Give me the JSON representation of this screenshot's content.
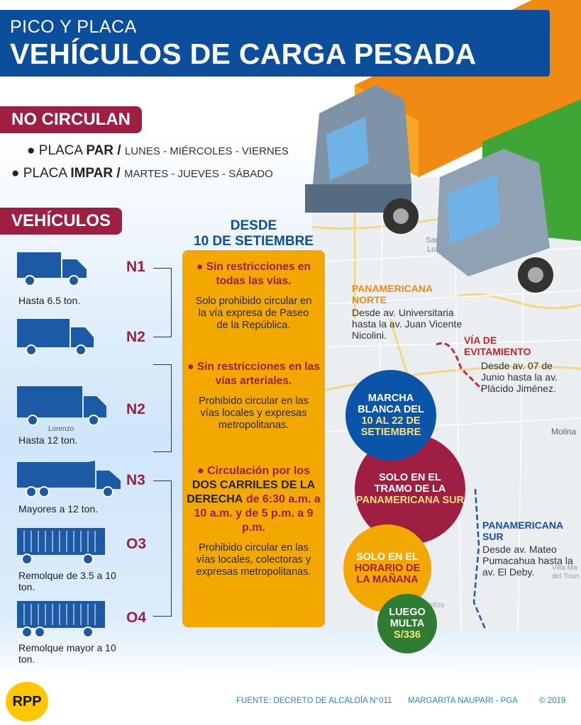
{
  "header": {
    "subtitle": "PICO Y PLACA",
    "title": "VEHÍCULOS DE CARGA PESADA"
  },
  "no_circulan": {
    "label": "NO CIRCULAN",
    "items": [
      {
        "prefix": "PLACA ",
        "bold": "PAR /",
        "days": "LUNES - MIÉRCOLES - VIERNES"
      },
      {
        "prefix": "PLACA ",
        "bold": "IMPAR /",
        "days": "MARTES - JUEVES - SÁBADO"
      }
    ]
  },
  "vehiculos": {
    "label": "VEHÍCULOS",
    "items": [
      {
        "code": "N1",
        "caption": "Hasta 6.5 ton."
      },
      {
        "code": "N2",
        "caption": ""
      },
      {
        "code": "N2",
        "caption": "Hasta 12 ton."
      },
      {
        "code": "N3",
        "caption": "Mayores a 12 ton."
      },
      {
        "code": "O3",
        "caption": "Remolque de 3.5 a 10 ton."
      },
      {
        "code": "O4",
        "caption": "Remolque mayor a 10 ton."
      }
    ]
  },
  "desde": {
    "line1": "DESDE",
    "line2": "10 DE SETIEMBRE"
  },
  "rules": [
    {
      "head": "Sin restricciones en todas las vías.",
      "body": "Solo prohibido circular en la vía expresa de Paseo de la República."
    },
    {
      "head": "Sin restricciones en las vías arteriales.",
      "body": "Prohibido circular en las vías locales y expresas metropolitanas."
    },
    {
      "head_a": "Circulación por los",
      "head_b": "DOS CARRILES DE LA DERECHA",
      "head_c": "de 6:30 a.m. a 10 a.m. y de 5 p.m. a 9 p.m.",
      "body": "Prohibido circular en las vías locales, colectoras y expresas metropolitanas."
    }
  ],
  "map": {
    "norte": {
      "title": "PANAMERICANA NORTE",
      "text": "Desde av. Universitaria hasta la av. Juan Vicente Nicolini."
    },
    "evitamiento": {
      "title": "VÍA DE EVITAMIENTO",
      "text": "Desde av. 07 de Junio hasta la av. Plácido Jiménez."
    },
    "sur": {
      "title": "PANAMERICANA SUR",
      "text": "Desde av. Mateo Pumacahua hasta la av. El Deby."
    },
    "places": {
      "molina": "Molina",
      "san": "San",
      "lu": "Lu",
      "villa": "Villa Ma",
      "triun": "del Triun",
      "lorenzo": "Lorenzo",
      "rillos": "rillos"
    }
  },
  "circles": {
    "marcha": {
      "a": "MARCHA BLANCA DEL",
      "b": "10 AL 22 DE SETIEMBRE"
    },
    "tramo": {
      "a": "SOLO EN EL TRAMO DE LA",
      "b": "PANAMERICANA SUR"
    },
    "horario": {
      "a": "SOLO EN EL",
      "b": "HORARIO DE LA MAÑANA"
    },
    "multa": {
      "a": "LUEGO MULTA",
      "b": "S/336"
    }
  },
  "footer": {
    "logo": "RPP",
    "source": "FUENTE: DECRETO DE ALCALDÍA N°011",
    "author": "MARGARITA NAUPARI - PGA",
    "copyright": "© 2019"
  },
  "colors": {
    "blue": "#0b4f9c",
    "maroon": "#9e1f42",
    "orange": "#f3a800",
    "green": "#2f7d32"
  }
}
